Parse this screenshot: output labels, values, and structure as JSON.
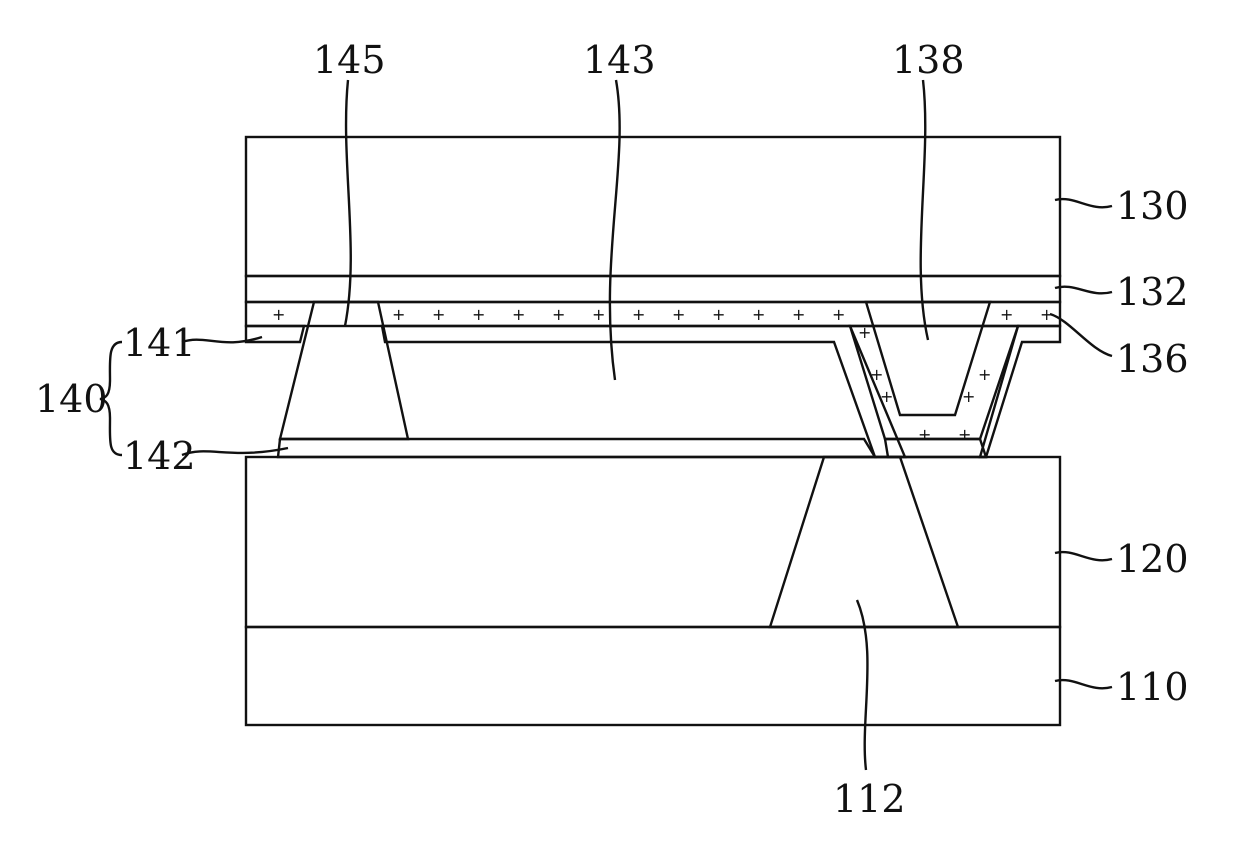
{
  "figure": {
    "labels": {
      "l145": "145",
      "l143": "143",
      "l138": "138",
      "l130": "130",
      "l132": "132",
      "l136": "136",
      "l141": "141",
      "l140": "140",
      "l142": "142",
      "l120": "120",
      "l110": "110",
      "l112": "112"
    }
  }
}
